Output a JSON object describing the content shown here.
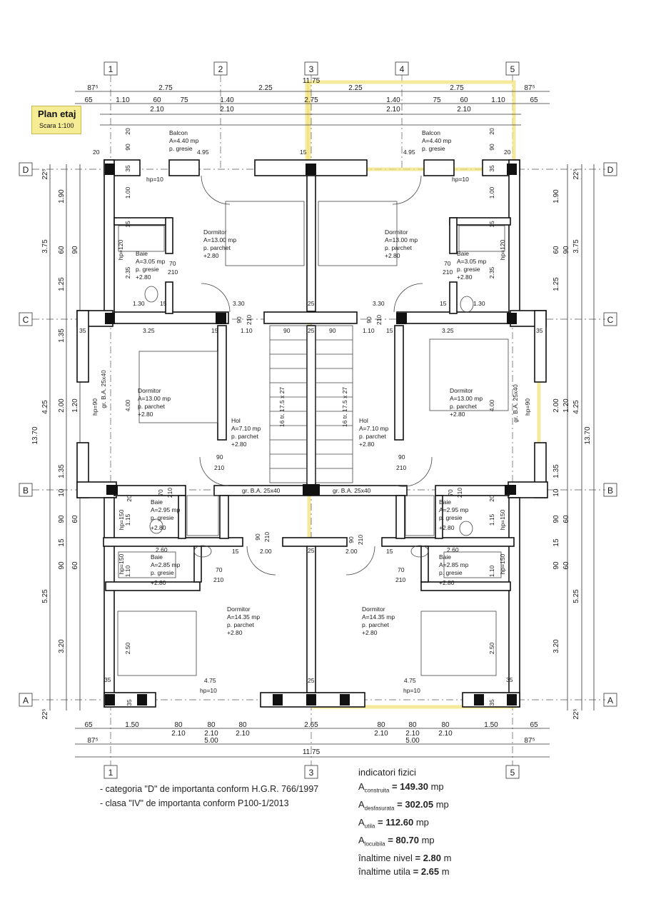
{
  "title": {
    "plan": "Plan etaj",
    "scale": "Scara 1:100"
  },
  "axes": {
    "columns": [
      "1",
      "2",
      "3",
      "4",
      "5"
    ],
    "rows": [
      "D",
      "C",
      "B",
      "A"
    ]
  },
  "dims_top": {
    "total": "11.75",
    "row1": [
      "87⁵",
      "2.75",
      "2.25",
      "2.25",
      "2.75",
      "87⁵"
    ],
    "row2": [
      "65",
      "1.10",
      "60",
      "75",
      "1.40",
      "2.75",
      "1.40",
      "75",
      "60",
      "1.10",
      "65"
    ],
    "row3": [
      "2.10",
      "2.10",
      "2.10",
      "2.10"
    ]
  },
  "dims_bottom": {
    "total": "11.75",
    "row1": [
      "65",
      "1.50",
      "80",
      "80",
      "80",
      "2.65",
      "80",
      "80",
      "80",
      "1.50",
      "65"
    ],
    "row2": [
      "2.10",
      "2.10",
      "2.10",
      "2.10",
      "2.10",
      "2.10"
    ],
    "row3": [
      "87⁵",
      "5.00",
      "5.00",
      "87⁵"
    ]
  },
  "dims_left": {
    "total": "13.70",
    "col1": [
      "22⁵",
      "3.75",
      "4.25",
      "5.25",
      "22⁵"
    ],
    "col2": [
      "1.90",
      "60",
      "1.25",
      "1.35",
      "2.00",
      "1.35",
      "10",
      "90",
      "15",
      "90",
      "3.20"
    ],
    "col3": [
      "90",
      "1.20",
      "60",
      "60"
    ]
  },
  "dims_right": {
    "total": "13.70",
    "col1": [
      "22⁵",
      "3.75",
      "4.25",
      "5.25",
      "22⁵"
    ],
    "col2": [
      "1.90",
      "60",
      "1.25",
      "2.00",
      "1.35",
      "10",
      "90",
      "15",
      "90",
      "3.20"
    ],
    "col3": [
      "90",
      "1.20",
      "60",
      "60"
    ]
  },
  "rooms": [
    {
      "name": "Balcon",
      "area": "A=4.40 mp",
      "floor": "p. gresie",
      "level": ""
    },
    {
      "name": "Balcon",
      "area": "A=4.40 mp",
      "floor": "p. gresie",
      "level": ""
    },
    {
      "name": "Dormitor",
      "area": "A=13.00 mp",
      "floor": "p. parchet",
      "level": "+2.80"
    },
    {
      "name": "Dormitor",
      "area": "A=13.00 mp",
      "floor": "p. parchet",
      "level": "+2.80"
    },
    {
      "name": "Baie",
      "area": "A=3.05 mp",
      "floor": "p. gresie",
      "level": "+2.80"
    },
    {
      "name": "Baie",
      "area": "A=3.05 mp",
      "floor": "p. gresie",
      "level": "+2.80"
    },
    {
      "name": "Dormitor",
      "area": "A=13.00 mp",
      "floor": "p. parchet",
      "level": "+2.80"
    },
    {
      "name": "Dormitor",
      "area": "A=13.00 mp",
      "floor": "p. parchet",
      "level": "+2.80"
    },
    {
      "name": "Hol",
      "area": "A=7.10 mp",
      "floor": "p. parchet",
      "level": "+2.80"
    },
    {
      "name": "Hol",
      "area": "A=7.10 mp",
      "floor": "p. parchet",
      "level": "+2.80"
    },
    {
      "name": "Baie",
      "area": "A=2.95 mp",
      "floor": "p. gresie",
      "level": "+2.80"
    },
    {
      "name": "Baie",
      "area": "A=2.95 mp",
      "floor": "p. gresie",
      "level": "+2.80"
    },
    {
      "name": "Baie",
      "area": "A=2.85 mp",
      "floor": "p. gresie",
      "level": "+2.80"
    },
    {
      "name": "Baie",
      "area": "A=2.85 mp",
      "floor": "p. gresie",
      "level": "+2.80"
    },
    {
      "name": "Dormitor",
      "area": "A=14.35 mp",
      "floor": "p. parchet",
      "level": "+2.80"
    },
    {
      "name": "Dormitor",
      "area": "A=14.35 mp",
      "floor": "p. parchet",
      "level": "+2.80"
    }
  ],
  "labels": {
    "beam": "gr. B.A. 25x40",
    "stairs": "16 tr. 17.5 x 27",
    "hp10": "hp=10",
    "hp90": "hp=90",
    "hp120": "hp=120",
    "hp150": "hp=150",
    "inner": [
      "20",
      "90",
      "20",
      "4.95",
      "15",
      "4.95",
      "20",
      "90",
      "20",
      "35",
      "35",
      "1.00",
      "1.00",
      "15",
      "15",
      "2.35",
      "2.35",
      "70",
      "210",
      "70",
      "210",
      "1.30",
      "1.30",
      "15",
      "15",
      "3.30",
      "3.30",
      "90",
      "210",
      "90",
      "210",
      "25",
      "25",
      "35",
      "35",
      "3.25",
      "3.25",
      "15",
      "15",
      "1.10",
      "1.10",
      "90",
      "90",
      "4.00",
      "4.00",
      "90",
      "210",
      "90",
      "210",
      "20",
      "20",
      "70",
      "210",
      "70",
      "210",
      "1.15",
      "1.15",
      "90",
      "210",
      "90",
      "210",
      "2.00",
      "2.00",
      "15",
      "15",
      "2.60",
      "2.60",
      "1.10",
      "1.10",
      "70",
      "210",
      "70",
      "210",
      "2.50",
      "2.50",
      "35",
      "35",
      "4.75",
      "4.75",
      "25",
      "25",
      "35",
      "35"
    ]
  },
  "notes": [
    "- categoria \"D\" de importanta conform H.G.R. 766/1997",
    "- clasa \"IV\" de importanta conform P100-1/2013"
  ],
  "indicators": {
    "heading": "indicatori fizici",
    "items": [
      {
        "symbol": "A",
        "sub": "construita",
        "eq": " = ",
        "value": "149.30",
        "unit": " mp"
      },
      {
        "symbol": "A",
        "sub": "desfasurata",
        "eq": " = ",
        "value": "302.05",
        "unit": " mp"
      },
      {
        "symbol": "A",
        "sub": "utila",
        "eq": " = ",
        "value": "112.60",
        "unit": " mp"
      },
      {
        "symbol": "A",
        "sub": "locuibila",
        "eq": " = ",
        "value": "80.70",
        "unit": " mp"
      },
      {
        "symbol": "înaltime nivel",
        "sub": "",
        "eq": " = ",
        "value": "2.80",
        "unit": " m"
      },
      {
        "symbol": "înaltime utila",
        "sub": "",
        "eq": " = ",
        "value": "2.65",
        "unit": " m"
      }
    ]
  },
  "colors": {
    "highlight": "#f2e27a",
    "title_bg": "#f6ec96",
    "ink": "#111111"
  }
}
